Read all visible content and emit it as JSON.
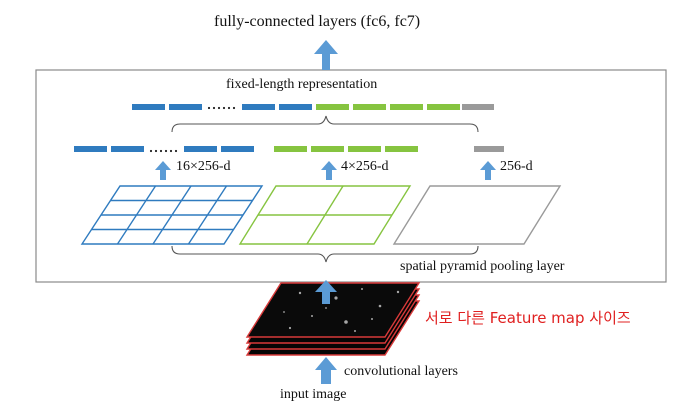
{
  "diagram": {
    "top_output_label": "fully-connected layers (fc6, fc7)",
    "fixed_length_label": "fixed-length representation",
    "level_labels": [
      "16×256-d",
      "4×256-d",
      "256-d"
    ],
    "spp_layer_label": "spatial pyramid pooling layer",
    "annotation": "서로 다른 Feature map 사이즈",
    "conv_layers_label": "convolutional layers",
    "input_image_label": "input image",
    "colors": {
      "blue": "#2f7bbf",
      "green": "#86c440",
      "gray": "#9a9a9a",
      "arrow": "#5b9bd5",
      "feature_map_border": "#d83a3a",
      "annotation_text": "#e02020",
      "box_border": "#8a8a8a"
    }
  }
}
